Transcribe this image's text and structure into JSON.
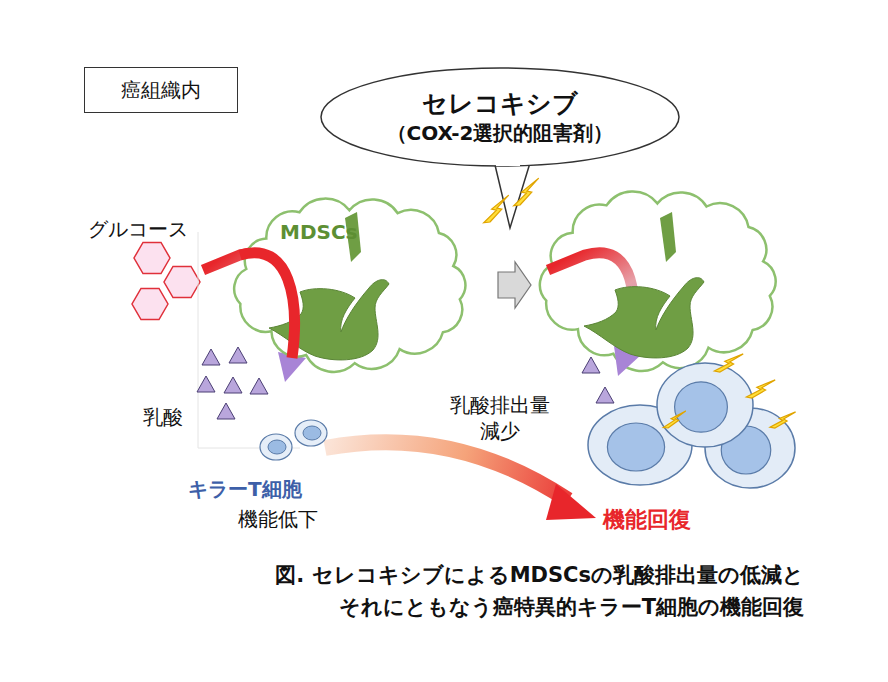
{
  "diagram": {
    "caption": "図. セレコキシブによるMDSCsの乳酸排出量の低減と それにともなう癌特異的キラーT細胞の機能回復",
    "nodes": [
      {
        "text": [
          "癌組織内"
        ]
      },
      {
        "text": [
          "セレコキシブ",
          "（COX-2選択的阻害剤）"
        ]
      },
      {
        "text": [
          "MDSCs"
        ]
      }
    ],
    "labels": [
      "グルコース",
      "乳酸",
      "キラーT細胞",
      "機能低下",
      "乳酸排出量 減少",
      "機能回復"
    ]
  }
}
